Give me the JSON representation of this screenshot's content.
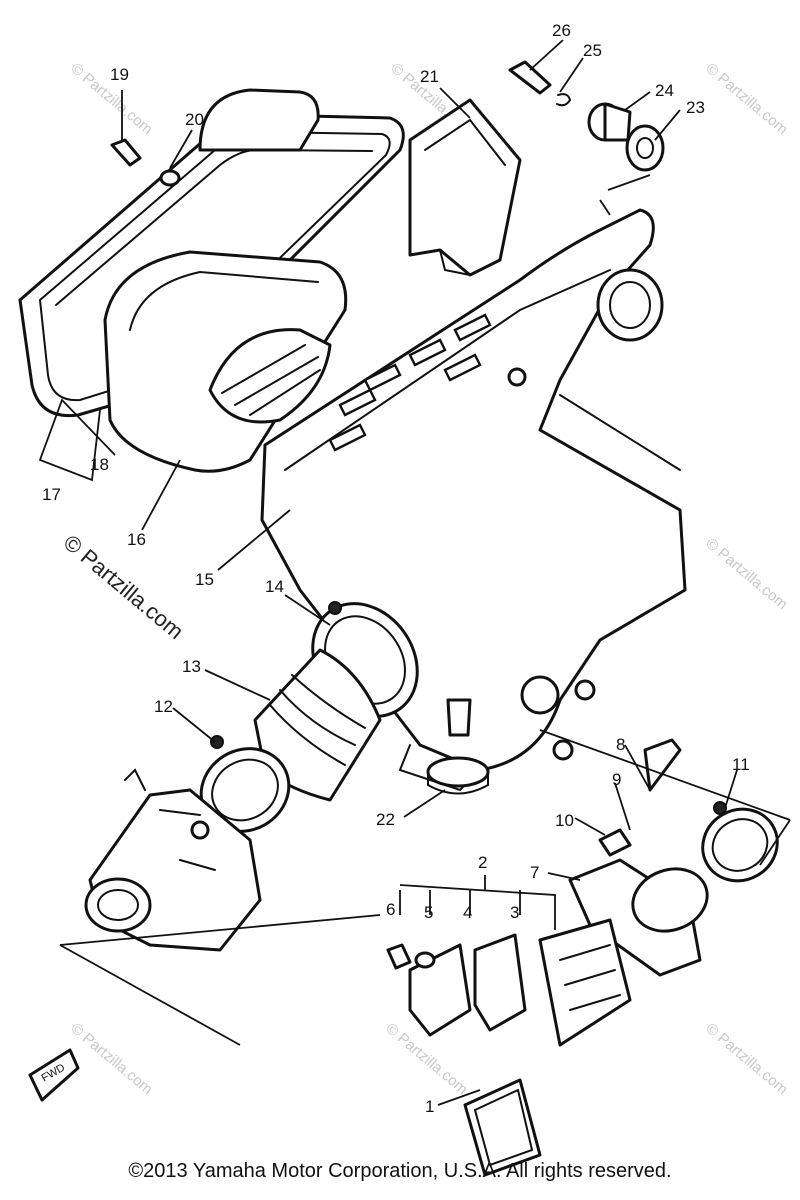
{
  "callouts": {
    "c1": "1",
    "c2": "2",
    "c3": "3",
    "c4": "4",
    "c5": "5",
    "c6": "6",
    "c7": "7",
    "c8": "8",
    "c9": "9",
    "c10": "10",
    "c11": "11",
    "c12": "12",
    "c13": "13",
    "c14": "14",
    "c15": "15",
    "c16": "16",
    "c17": "17",
    "c18": "18",
    "c19": "19",
    "c20": "20",
    "c21": "21",
    "c22": "22",
    "c23": "23",
    "c24": "24",
    "c25": "25",
    "c26": "26"
  },
  "watermark": {
    "main": "© Partzilla.com",
    "repeat": "© Partzilla.com"
  },
  "fwd_label": "FWD",
  "copyright": "©2013  Yamaha Motor Corporation, U.S.A. All rights reserved."
}
